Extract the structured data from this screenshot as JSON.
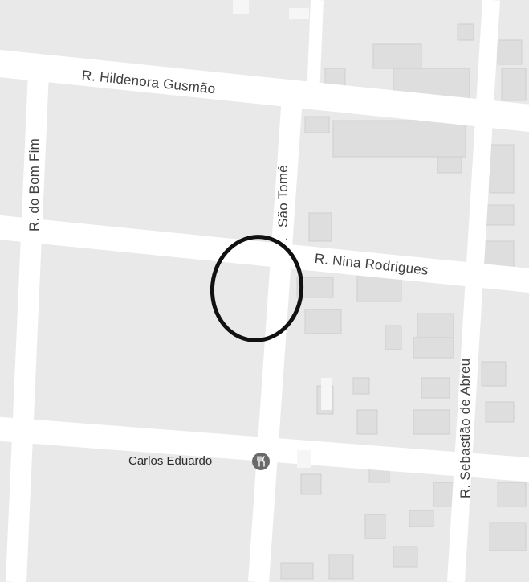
{
  "streets": {
    "hildenora": "R. Hildenora Gusmão",
    "bom_fim": "R. do Bom Fim",
    "sao_tome": "São Tomé",
    "sao_tome_prefix": ".",
    "nina": "R. Nina Rodrigues",
    "sebastiao": "R. Sebastião de Abreu"
  },
  "poi": {
    "name": "Carlos Eduardo",
    "icon": "restaurant-icon"
  },
  "colors": {
    "background": "#e9e9e9",
    "road": "#ffffff",
    "building": "#dcdcdc",
    "marker": "#111111",
    "poi_icon": "#6a6a6a"
  }
}
